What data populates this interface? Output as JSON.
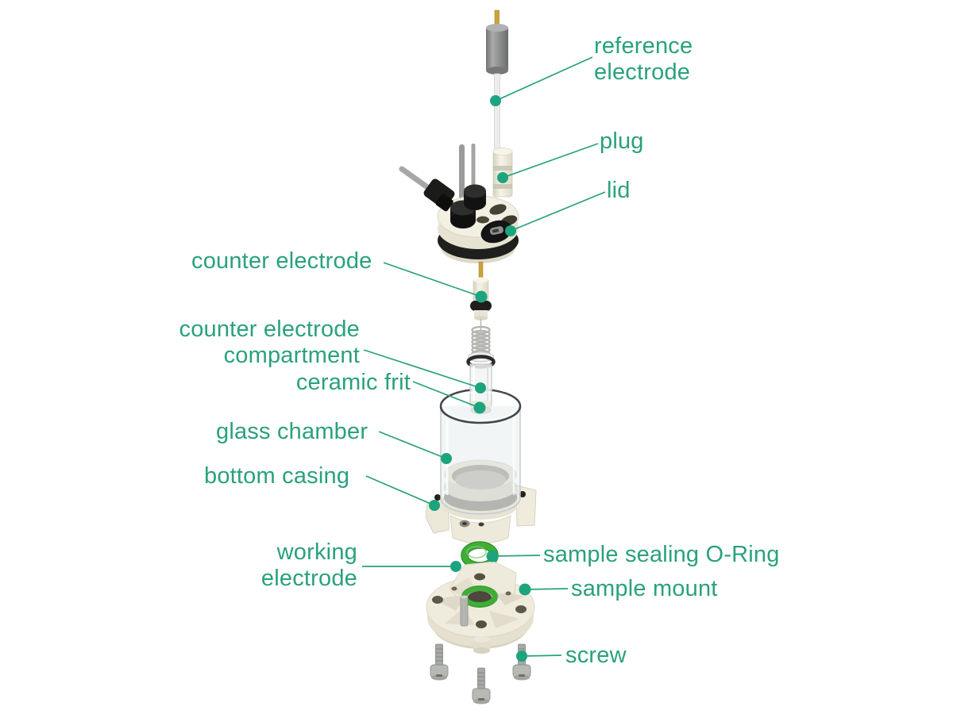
{
  "colors": {
    "label_text": "#2aa17c",
    "leader_line": "#2aa17c",
    "marker_dot": "#1ca47e",
    "oring_green": "#3fae36"
  },
  "parts": {
    "reference_electrode": {
      "label": "reference\nelectrode"
    },
    "plug": {
      "label": "plug"
    },
    "lid": {
      "label": "lid"
    },
    "counter_electrode": {
      "label": "counter electrode"
    },
    "counter_electrode_compartment": {
      "label": "counter electrode\ncompartment"
    },
    "ceramic_frit": {
      "label": "ceramic frit"
    },
    "glass_chamber": {
      "label": "glass chamber"
    },
    "bottom_casing": {
      "label": "bottom casing"
    },
    "working_electrode": {
      "label": "working\nelectrode"
    },
    "sample_sealing_oring": {
      "label": "sample sealing O-Ring"
    },
    "sample_mount": {
      "label": "sample mount"
    },
    "screw": {
      "label": "screw"
    }
  }
}
